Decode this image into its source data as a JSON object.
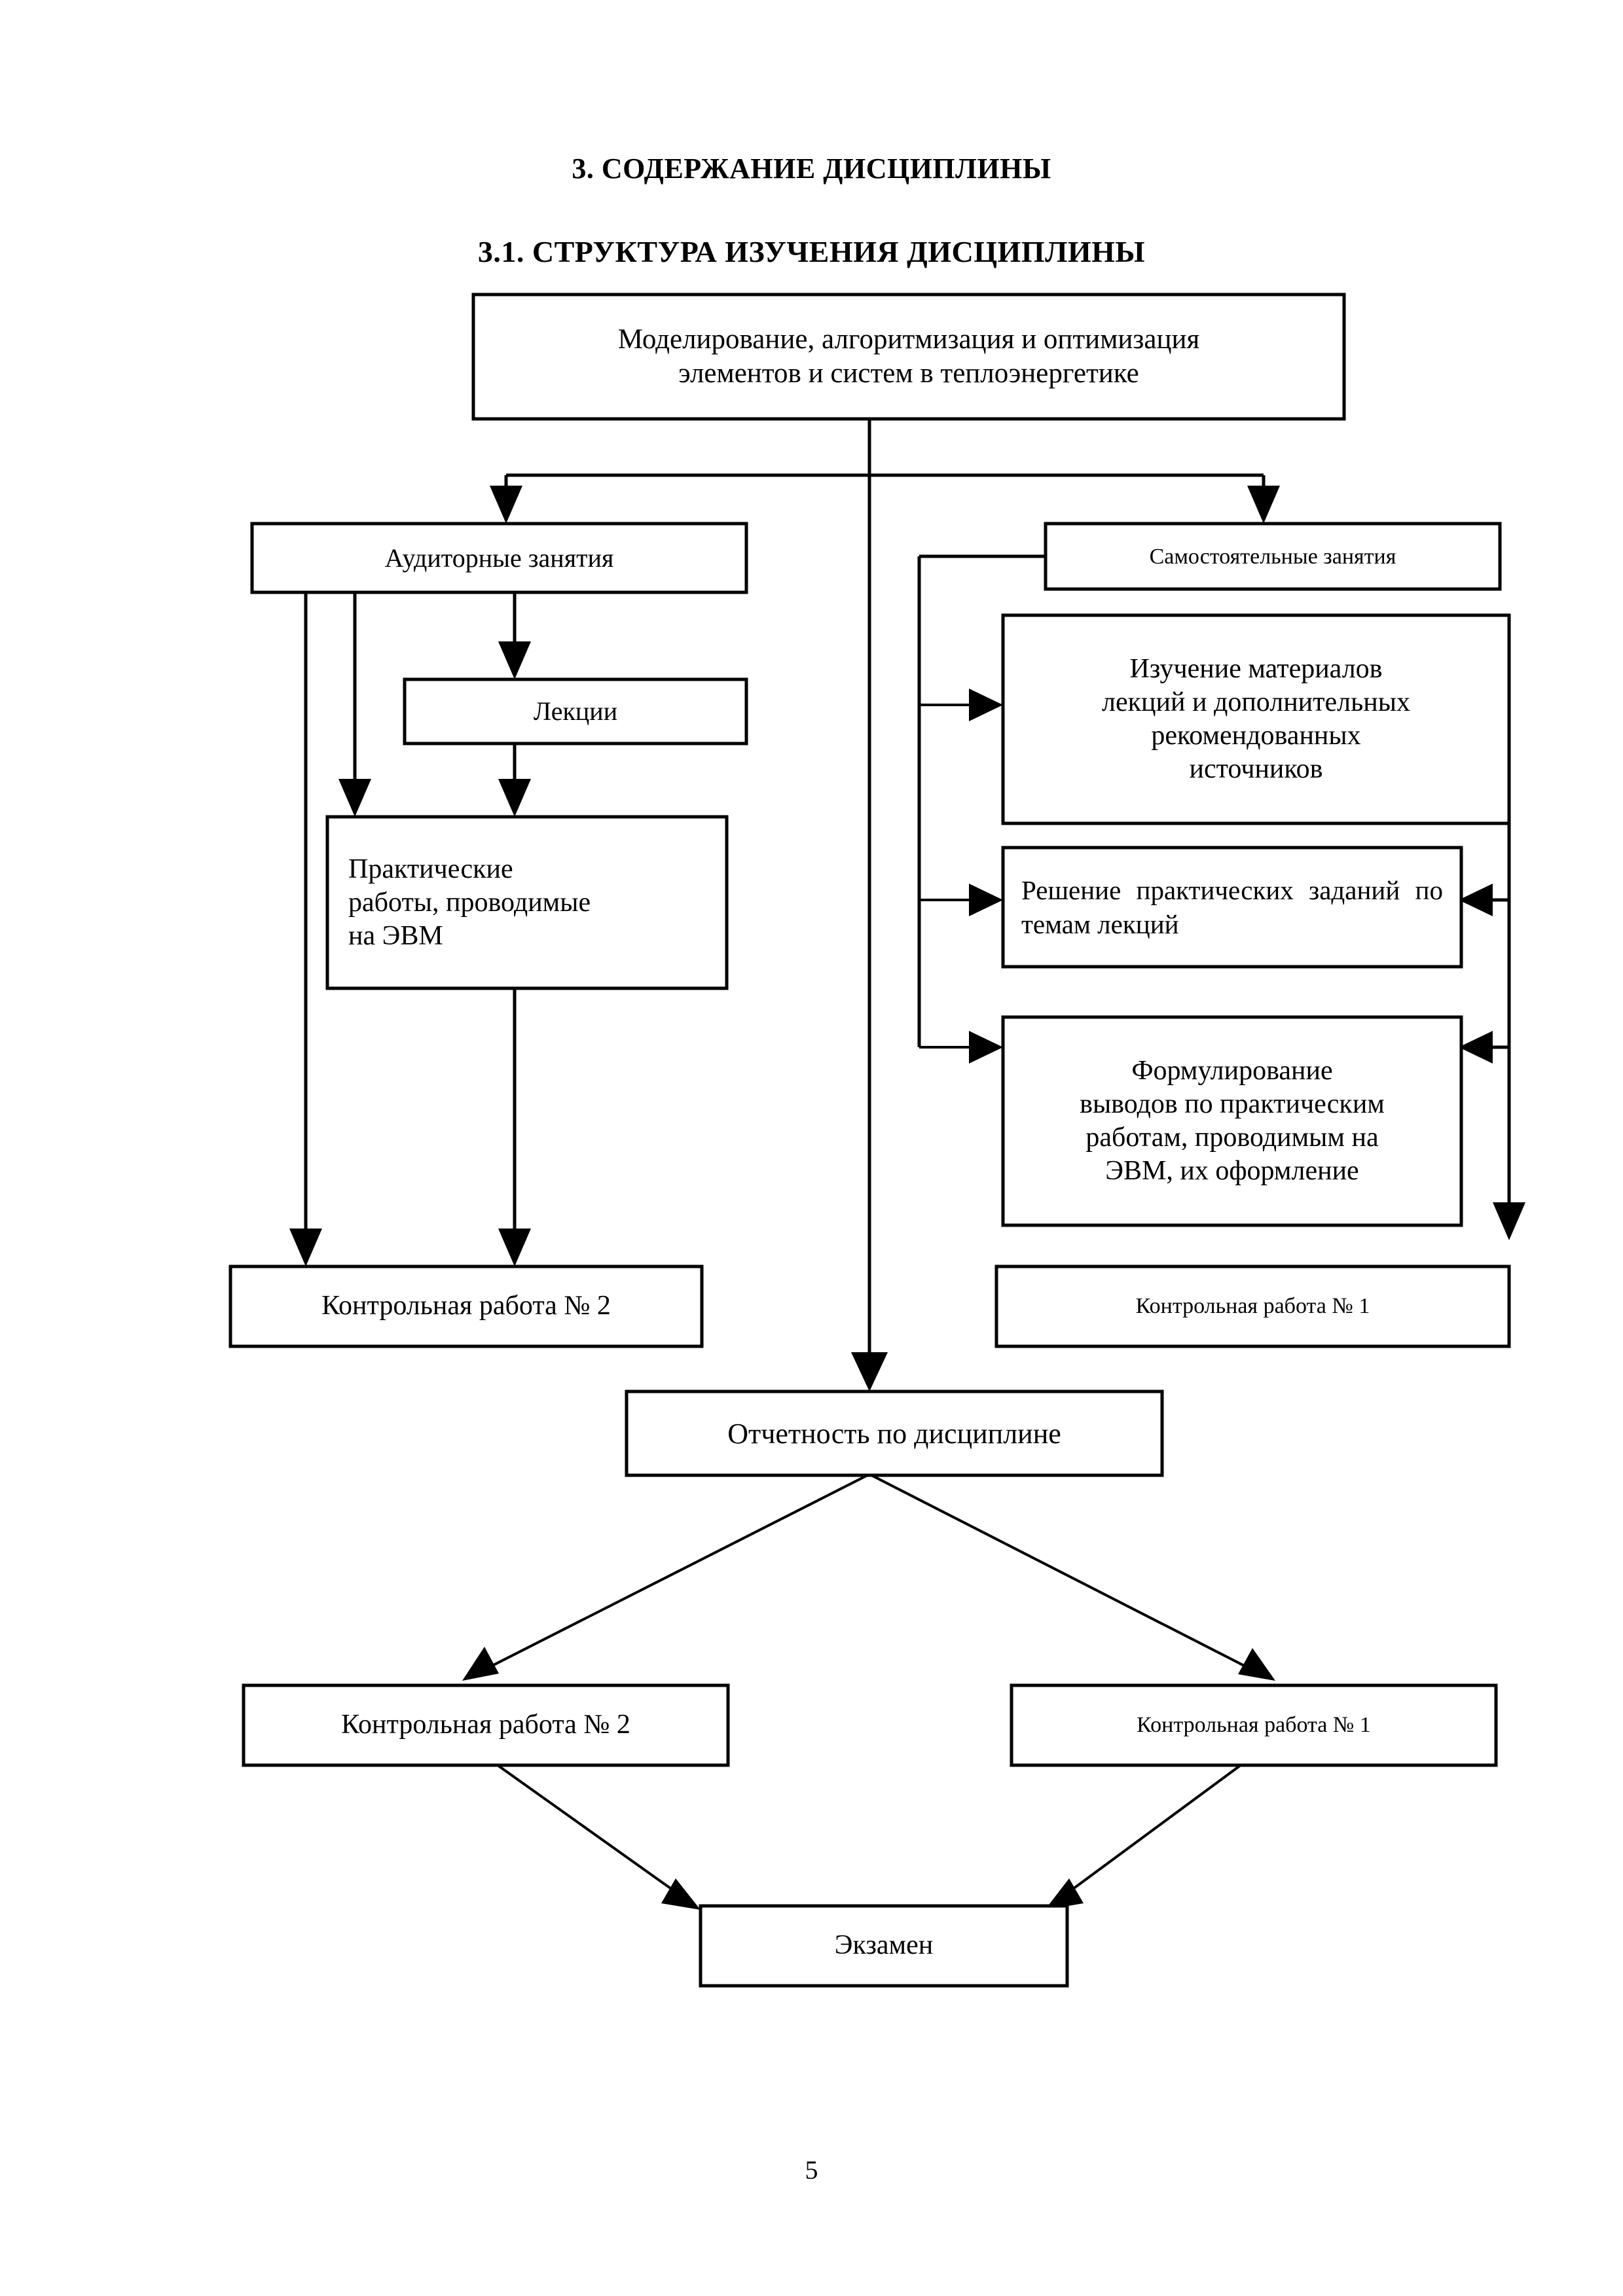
{
  "document": {
    "headings": {
      "main": "3. СОДЕРЖАНИЕ ДИСЦИПЛИНЫ",
      "sub": "3.1. СТРУКТУРА ИЗУЧЕНИЯ ДИСЦИПЛИНЫ"
    },
    "page_number": "5"
  },
  "diagram": {
    "type": "flowchart",
    "nodes": {
      "root": {
        "label": "Моделирование, алгоритмизация и оптимизация элементов и систем в теплоэнергетике",
        "line1": "Моделирование, алгоритмизация и оптимизация",
        "line2": "элементов и систем в теплоэнергетике"
      },
      "classroom": {
        "label": "Аудиторные занятия"
      },
      "lectures": {
        "label": "Лекции"
      },
      "practical": {
        "label": "Практические работы,  проводимые на ЭВМ",
        "line1": "Практические",
        "line2": "работы,  проводимые",
        "line3": "на ЭВМ"
      },
      "independent": {
        "label": "Самостоятельные занятия"
      },
      "study_materials": {
        "label": "Изучение материалов лекций и дополнительных рекомендованных источников",
        "line1": "Изучение материалов",
        "line2": "лекций и дополнительных",
        "line3": "рекомендованных",
        "line4": "источников"
      },
      "solve_tasks": {
        "label": "Решение практических заданий по темам лекций"
      },
      "formulate": {
        "label": "Формулирование выводов по практическим работам, проводимым на ЭВМ, их оформление",
        "line1": "Формулирование",
        "line2": "выводов по практическим",
        "line3": "работам, проводимым на",
        "line4": "ЭВМ, их оформление"
      },
      "test2_upper": {
        "label": "Контрольная работа № 2"
      },
      "test1_upper": {
        "label": "Контрольная работа № 1"
      },
      "reporting": {
        "label": "Отчетность по дисциплине"
      },
      "test2_lower": {
        "label": "Контрольная работа № 2"
      },
      "test1_lower": {
        "label": "Контрольная работа № 1"
      },
      "exam": {
        "label": "Экзамен"
      }
    },
    "edges": [
      {
        "from": "root",
        "to": "classroom"
      },
      {
        "from": "root",
        "to": "independent"
      },
      {
        "from": "root",
        "to": "reporting"
      },
      {
        "from": "classroom",
        "to": "lectures"
      },
      {
        "from": "classroom",
        "to": "practical"
      },
      {
        "from": "classroom",
        "to": "test2_upper"
      },
      {
        "from": "lectures",
        "to": "practical"
      },
      {
        "from": "practical",
        "to": "test2_upper"
      },
      {
        "from": "independent",
        "to": "study_materials"
      },
      {
        "from": "independent",
        "to": "solve_tasks"
      },
      {
        "from": "independent",
        "to": "formulate"
      },
      {
        "from": "study_materials",
        "to": "solve_tasks"
      },
      {
        "from": "study_materials",
        "to": "formulate"
      },
      {
        "from": "study_materials",
        "to": "test1_upper"
      },
      {
        "from": "reporting",
        "to": "test2_lower"
      },
      {
        "from": "reporting",
        "to": "test1_lower"
      },
      {
        "from": "test2_lower",
        "to": "exam"
      },
      {
        "from": "test1_lower",
        "to": "exam"
      }
    ],
    "colors": {
      "line": "#000000",
      "box_fill": "#ffffff",
      "text": "#000000"
    }
  }
}
